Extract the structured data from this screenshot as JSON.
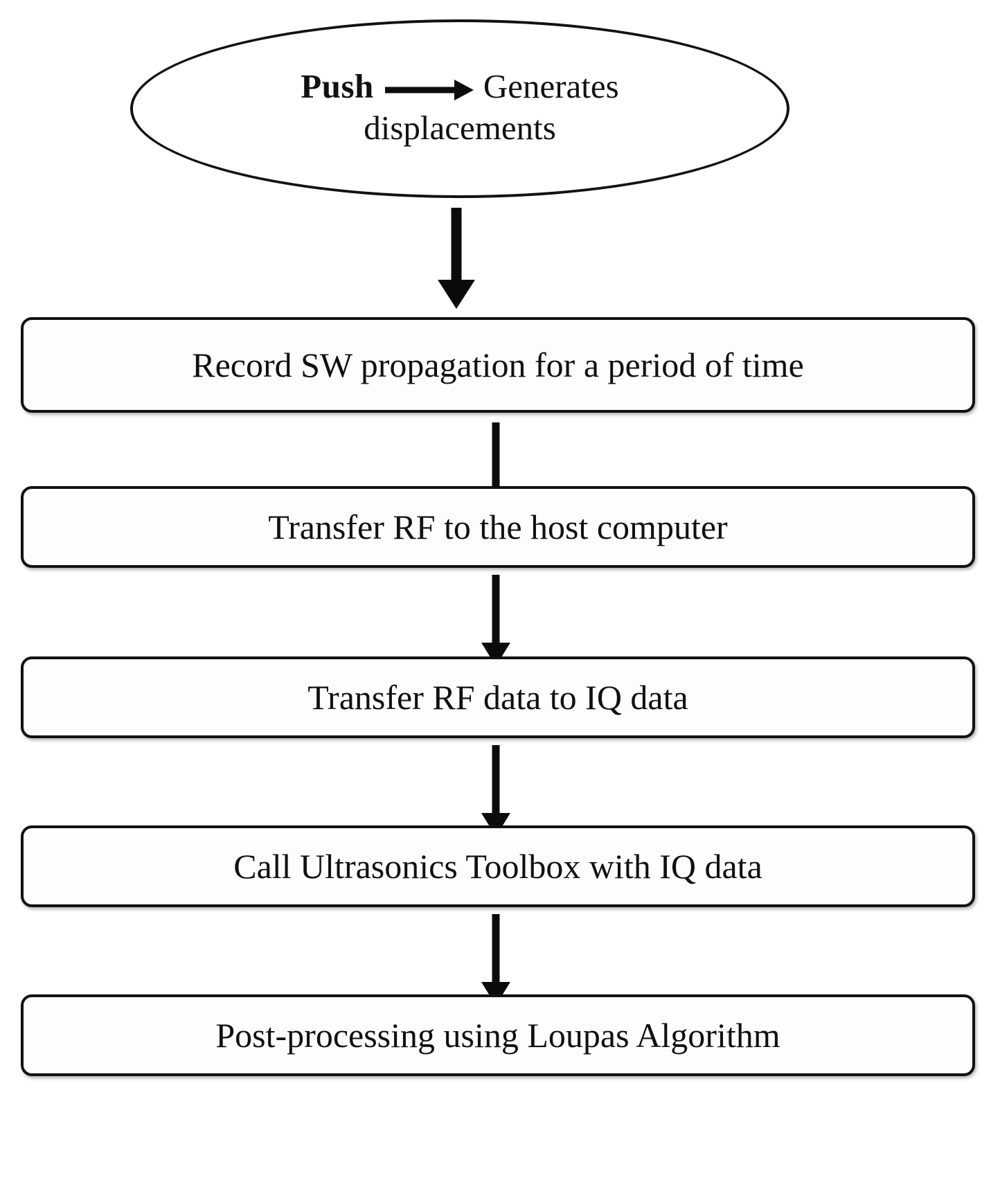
{
  "diagram": {
    "type": "flowchart",
    "orientation": "top-to-bottom",
    "start_node": {
      "shape": "ellipse",
      "line1_bold": "Push",
      "line1_arrow_icon": "right-arrow-icon",
      "line1_rest": "Generates",
      "line2": "displacements"
    },
    "steps": [
      {
        "id": "step-1",
        "label": "Record SW propagation for a period of time"
      },
      {
        "id": "step-2",
        "label": "Transfer RF to the host computer"
      },
      {
        "id": "step-3",
        "label": "Transfer RF data to IQ data"
      },
      {
        "id": "step-4",
        "label": "Call Ultrasonics Toolbox with IQ data"
      },
      {
        "id": "step-5",
        "label": "Post-processing using Loupas Algorithm"
      }
    ],
    "connectors": [
      {
        "id": "connector-start-to-1",
        "icon": "down-arrow-icon",
        "from": "start-node",
        "to": "step-1"
      },
      {
        "id": "connector-1-to-2",
        "icon": "down-arrow-icon",
        "from": "step-1",
        "to": "step-2"
      },
      {
        "id": "connector-2-to-3",
        "icon": "down-arrow-icon",
        "from": "step-2",
        "to": "step-3"
      },
      {
        "id": "connector-3-to-4",
        "icon": "down-arrow-icon",
        "from": "step-3",
        "to": "step-4"
      },
      {
        "id": "connector-4-to-5",
        "icon": "down-arrow-icon",
        "from": "step-4",
        "to": "step-5"
      }
    ],
    "colors": {
      "stroke": "#111111",
      "fill": "#fdfdfd",
      "text": "#101010",
      "background": "#ffffff"
    }
  }
}
